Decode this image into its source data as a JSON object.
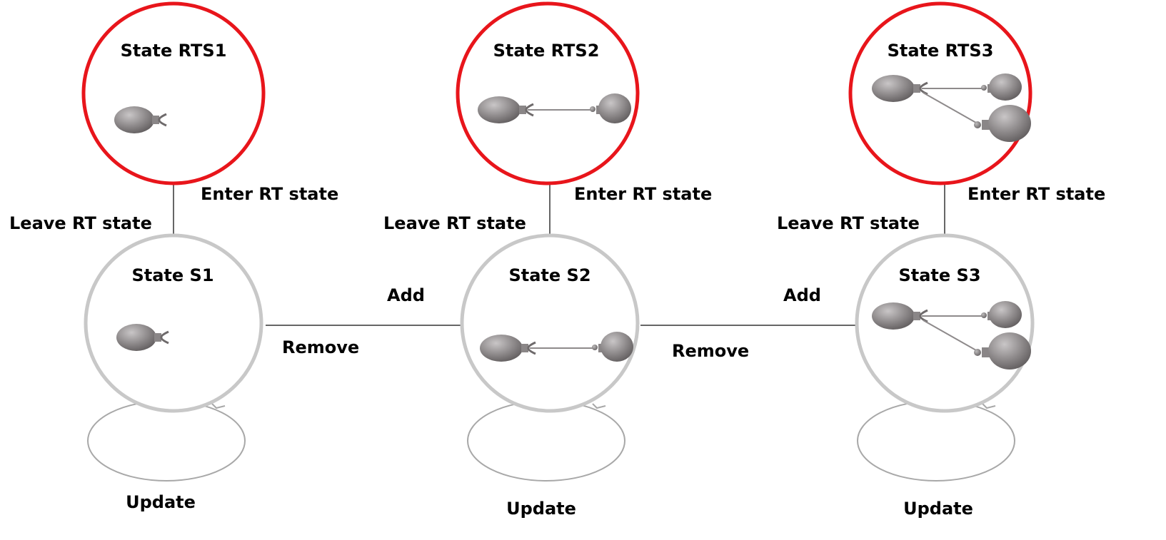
{
  "colors": {
    "rt_state_stroke": "#e8151b",
    "state_stroke": "#c8c8c8",
    "loop_stroke": "#a8a8a8",
    "edge_stroke": "#333333",
    "node_fill": "#8c8889"
  },
  "rt_states": [
    {
      "title": "State RTS1",
      "icon": "single-node-icon"
    },
    {
      "title": "State RTS2",
      "icon": "two-node-chain-icon"
    },
    {
      "title": "State RTS3",
      "icon": "three-node-tree-icon"
    }
  ],
  "states": [
    {
      "title": "State S1",
      "icon": "single-node-icon",
      "self_loop_label": "Update"
    },
    {
      "title": "State S2",
      "icon": "two-node-chain-icon",
      "self_loop_label": "Update"
    },
    {
      "title": "State S3",
      "icon": "three-node-tree-icon",
      "self_loop_label": "Update"
    }
  ],
  "rt_transitions": [
    {
      "enter_label": "Enter RT state",
      "leave_label": "Leave RT state"
    },
    {
      "enter_label": "Enter RT state",
      "leave_label": "Leave RT state"
    },
    {
      "enter_label": "Enter RT state",
      "leave_label": "Leave RT state"
    }
  ],
  "state_transitions": [
    {
      "add_label": "Add",
      "remove_label": "Remove"
    },
    {
      "add_label": "Add",
      "remove_label": "Remove"
    }
  ]
}
